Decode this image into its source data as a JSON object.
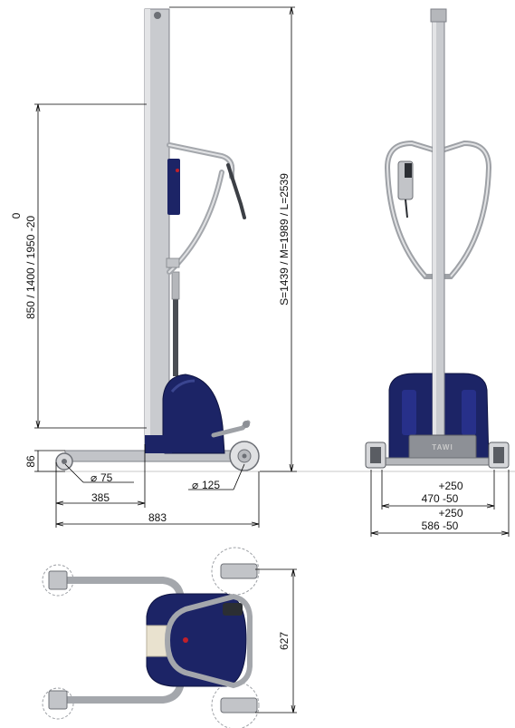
{
  "colors": {
    "body_blue": "#1c2466",
    "steel": "#c2c4c8",
    "steel_dark": "#8d9096",
    "dim_line": "#000000"
  },
  "brand": "TAWI",
  "dimensions": {
    "mast_height": "S=1439 / M=1989 / L=2539",
    "lift_top": "0",
    "lift_range": "850 / 1400 / 1950 -20",
    "base_height": "86",
    "small_wheel": "75",
    "large_wheel": "125",
    "front_reach": "385",
    "total_length": "883",
    "inner_width_tol": "+250",
    "inner_width": "470 -50",
    "outer_width_tol": "+250",
    "outer_width": "586 -50",
    "top_view_width": "627"
  },
  "symbols": {
    "diameter": "⌀"
  }
}
